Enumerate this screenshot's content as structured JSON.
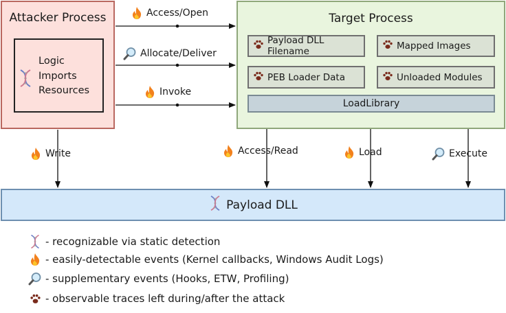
{
  "attacker": {
    "title": "Attacker Process",
    "lines": [
      "Logic",
      "Imports",
      "Resources"
    ]
  },
  "target": {
    "title": "Target Process",
    "chips": {
      "payload_dll_filename": "Payload DLL Filename",
      "mapped_images": "Mapped Images",
      "peb_loader_data": "PEB Loader Data",
      "unloaded_modules": "Unloaded Modules"
    },
    "loadlibrary": "LoadLibrary"
  },
  "payload": {
    "label": "Payload DLL"
  },
  "edges": {
    "access_open": "Access/Open",
    "allocate_deliver": "Allocate/Deliver",
    "invoke": "Invoke",
    "write": "Write",
    "access_read": "Access/Read",
    "load": "Load",
    "execute": "Execute"
  },
  "legend": {
    "dna": "- recognizable via static detection",
    "fire": "- easily-detectable events (Kernel callbacks, Windows Audit Logs)",
    "magnifier": "- supplementary events (Hooks, ETW, Profiling)",
    "paw": "- observable traces left during/after the attack"
  },
  "icons": {
    "dna": "dna-icon",
    "fire": "fire-icon",
    "magnifier": "magnifier-icon",
    "paw": "paw-icon"
  },
  "colors": {
    "attacker_fill": "#fde0dc",
    "target_fill": "#e9f5de",
    "payload_fill": "#d4e8fa",
    "loadlibrary_fill": "#c6d3da"
  }
}
